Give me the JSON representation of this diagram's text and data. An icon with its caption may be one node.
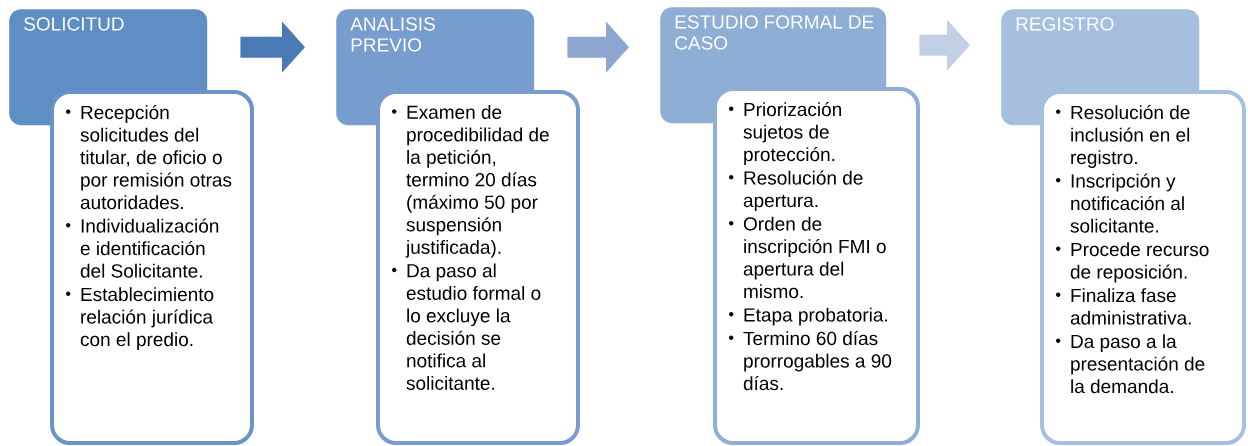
{
  "diagram": {
    "nodes": [
      {
        "text": [
          "SOLICITUD"
        ]
      },
      {
        "text": [
          "Recepción solicitudes del titular, de oficio o por remisión otras autoridades.",
          "Individualización e identificación del Solicitante.",
          "Establecimiento relación jurídica con el predio."
        ]
      },
      {
        "text": [
          "ANALISIS PREVIO"
        ]
      },
      {
        "text": [
          "Examen de procedibilidad de la petición, termino 20 días (máximo 50 por suspensión justificada).",
          "Da paso al estudio formal o lo excluye la decisión se notifica al solicitante."
        ]
      },
      {
        "text": [
          "ESTUDIO FORMAL DE CASO"
        ]
      },
      {
        "text": [
          "Priorización sujetos de protección.",
          "Resolución de apertura.",
          "Orden de inscripción FMI o apertura del mismo.",
          "Etapa probatoria.",
          "Termino 60 días prorrogables a 90 días."
        ]
      },
      {
        "text": [
          "REGISTRO"
        ]
      },
      {
        "text": [
          "Resolución de inclusión en el registro.",
          "Inscripción y notificación al solicitante.",
          "Procede recurso de reposición.",
          "Finaliza fase administrativa.",
          "Da paso a la presentación de la demanda."
        ]
      }
    ],
    "edges": [
      {
        "from": 0,
        "to": 2,
        "arrow": "to",
        "color": "#4a7ab5"
      },
      {
        "from": 2,
        "to": 4,
        "arrow": "to",
        "color": "#8ca6cf"
      },
      {
        "from": 4,
        "to": 6,
        "arrow": "to",
        "color": "#c3cfe4"
      }
    ]
  }
}
